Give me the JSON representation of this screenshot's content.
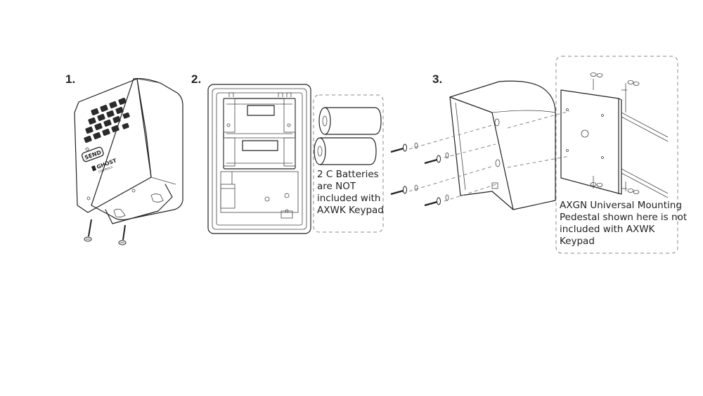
{
  "steps": {
    "one": "1.",
    "two": "2.",
    "three": "3."
  },
  "keypad": {
    "send_label": "SEND",
    "brand_main": "GHOST",
    "brand_sub": "CONTROLS"
  },
  "notes": {
    "batteries": "2 C Batteries\nare NOT\nincluded with\nAXWK Keypad",
    "pedestal": "AXGN Universal Mounting\nPedestal shown here is not\nincluded with AXWK\nKeypad"
  },
  "icons": {
    "screw": "screw-icon",
    "battery": "battery-icon",
    "washer": "washer-icon"
  }
}
